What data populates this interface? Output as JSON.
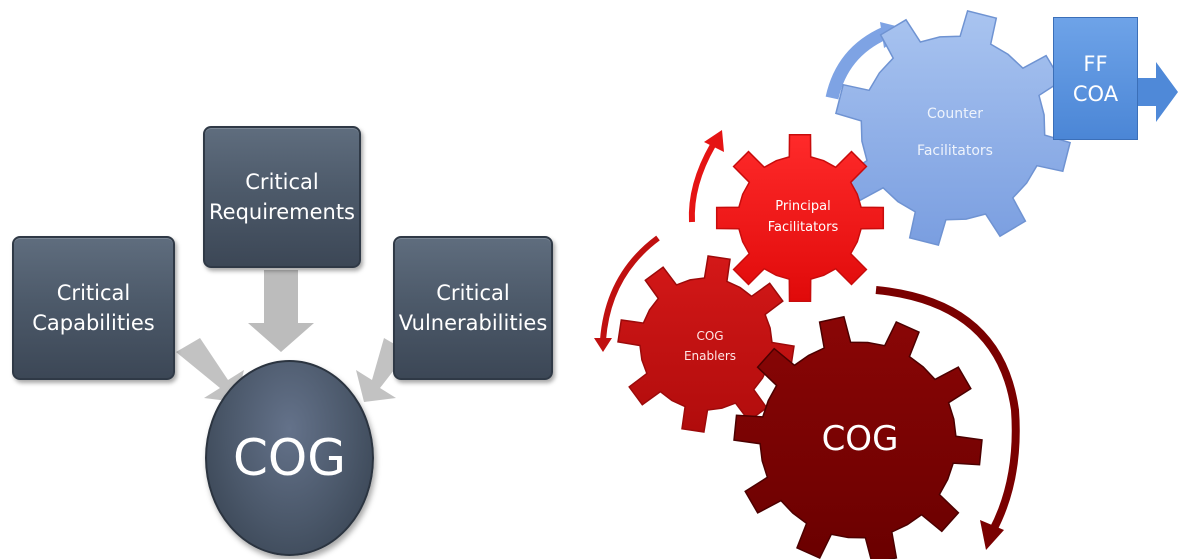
{
  "left_diagram": {
    "top_box": "Critical\nRequirements",
    "left_box": "Critical\nCapabilities",
    "right_box": "Critical\nVulnerabilities",
    "center": "COG",
    "colors": {
      "box": "#4d5a6a",
      "arrow": "#bcbcbc"
    }
  },
  "right_diagram": {
    "gears": {
      "counter_facilitators": "Counter\nFacilitators",
      "principal_facilitators": "Principal\nFacilitators",
      "cog_enablers": "COG\nEnablers",
      "cog": "COG"
    },
    "ff_coa": "FF\nCOA",
    "colors": {
      "counter_facilitators": "#8fb0e6",
      "principal_facilitators": "#f01818",
      "cog_enablers": "#c41010",
      "cog": "#7a0000",
      "ff_coa": "#5a91dc"
    },
    "icons": [
      "curved-arrow-icon",
      "block-arrow-icon"
    ]
  }
}
